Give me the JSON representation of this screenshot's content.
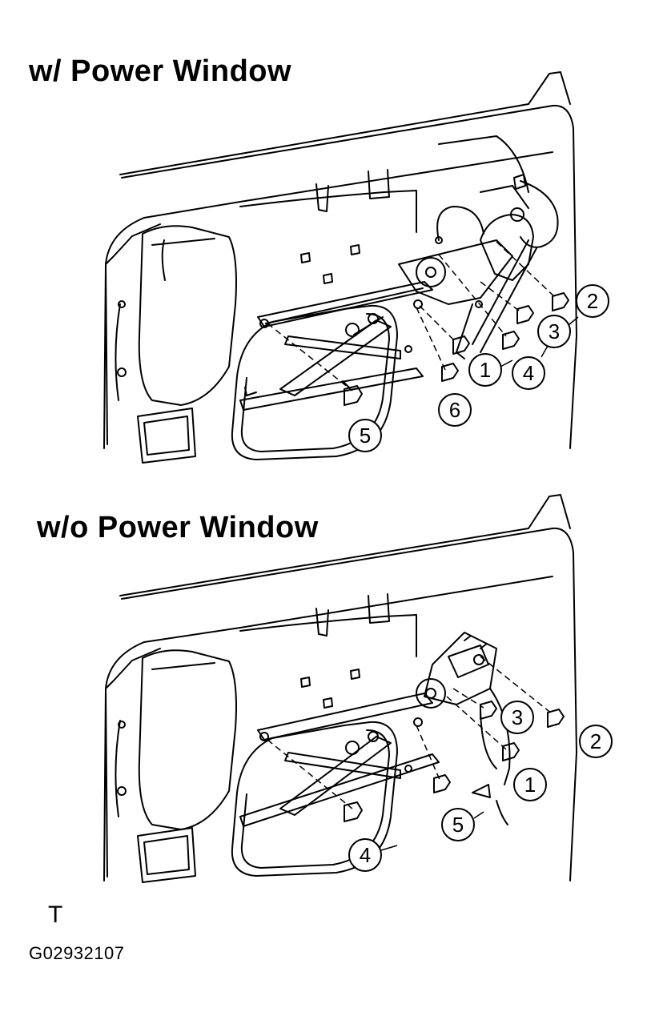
{
  "titles": {
    "top": "w/ Power Window",
    "bottom": "w/o Power Window"
  },
  "callouts_top": [
    "1",
    "2",
    "3",
    "4",
    "5",
    "6"
  ],
  "callouts_bottom": [
    "1",
    "2",
    "3",
    "4",
    "5"
  ],
  "footer": {
    "mark": "T",
    "code": "G02932107"
  }
}
